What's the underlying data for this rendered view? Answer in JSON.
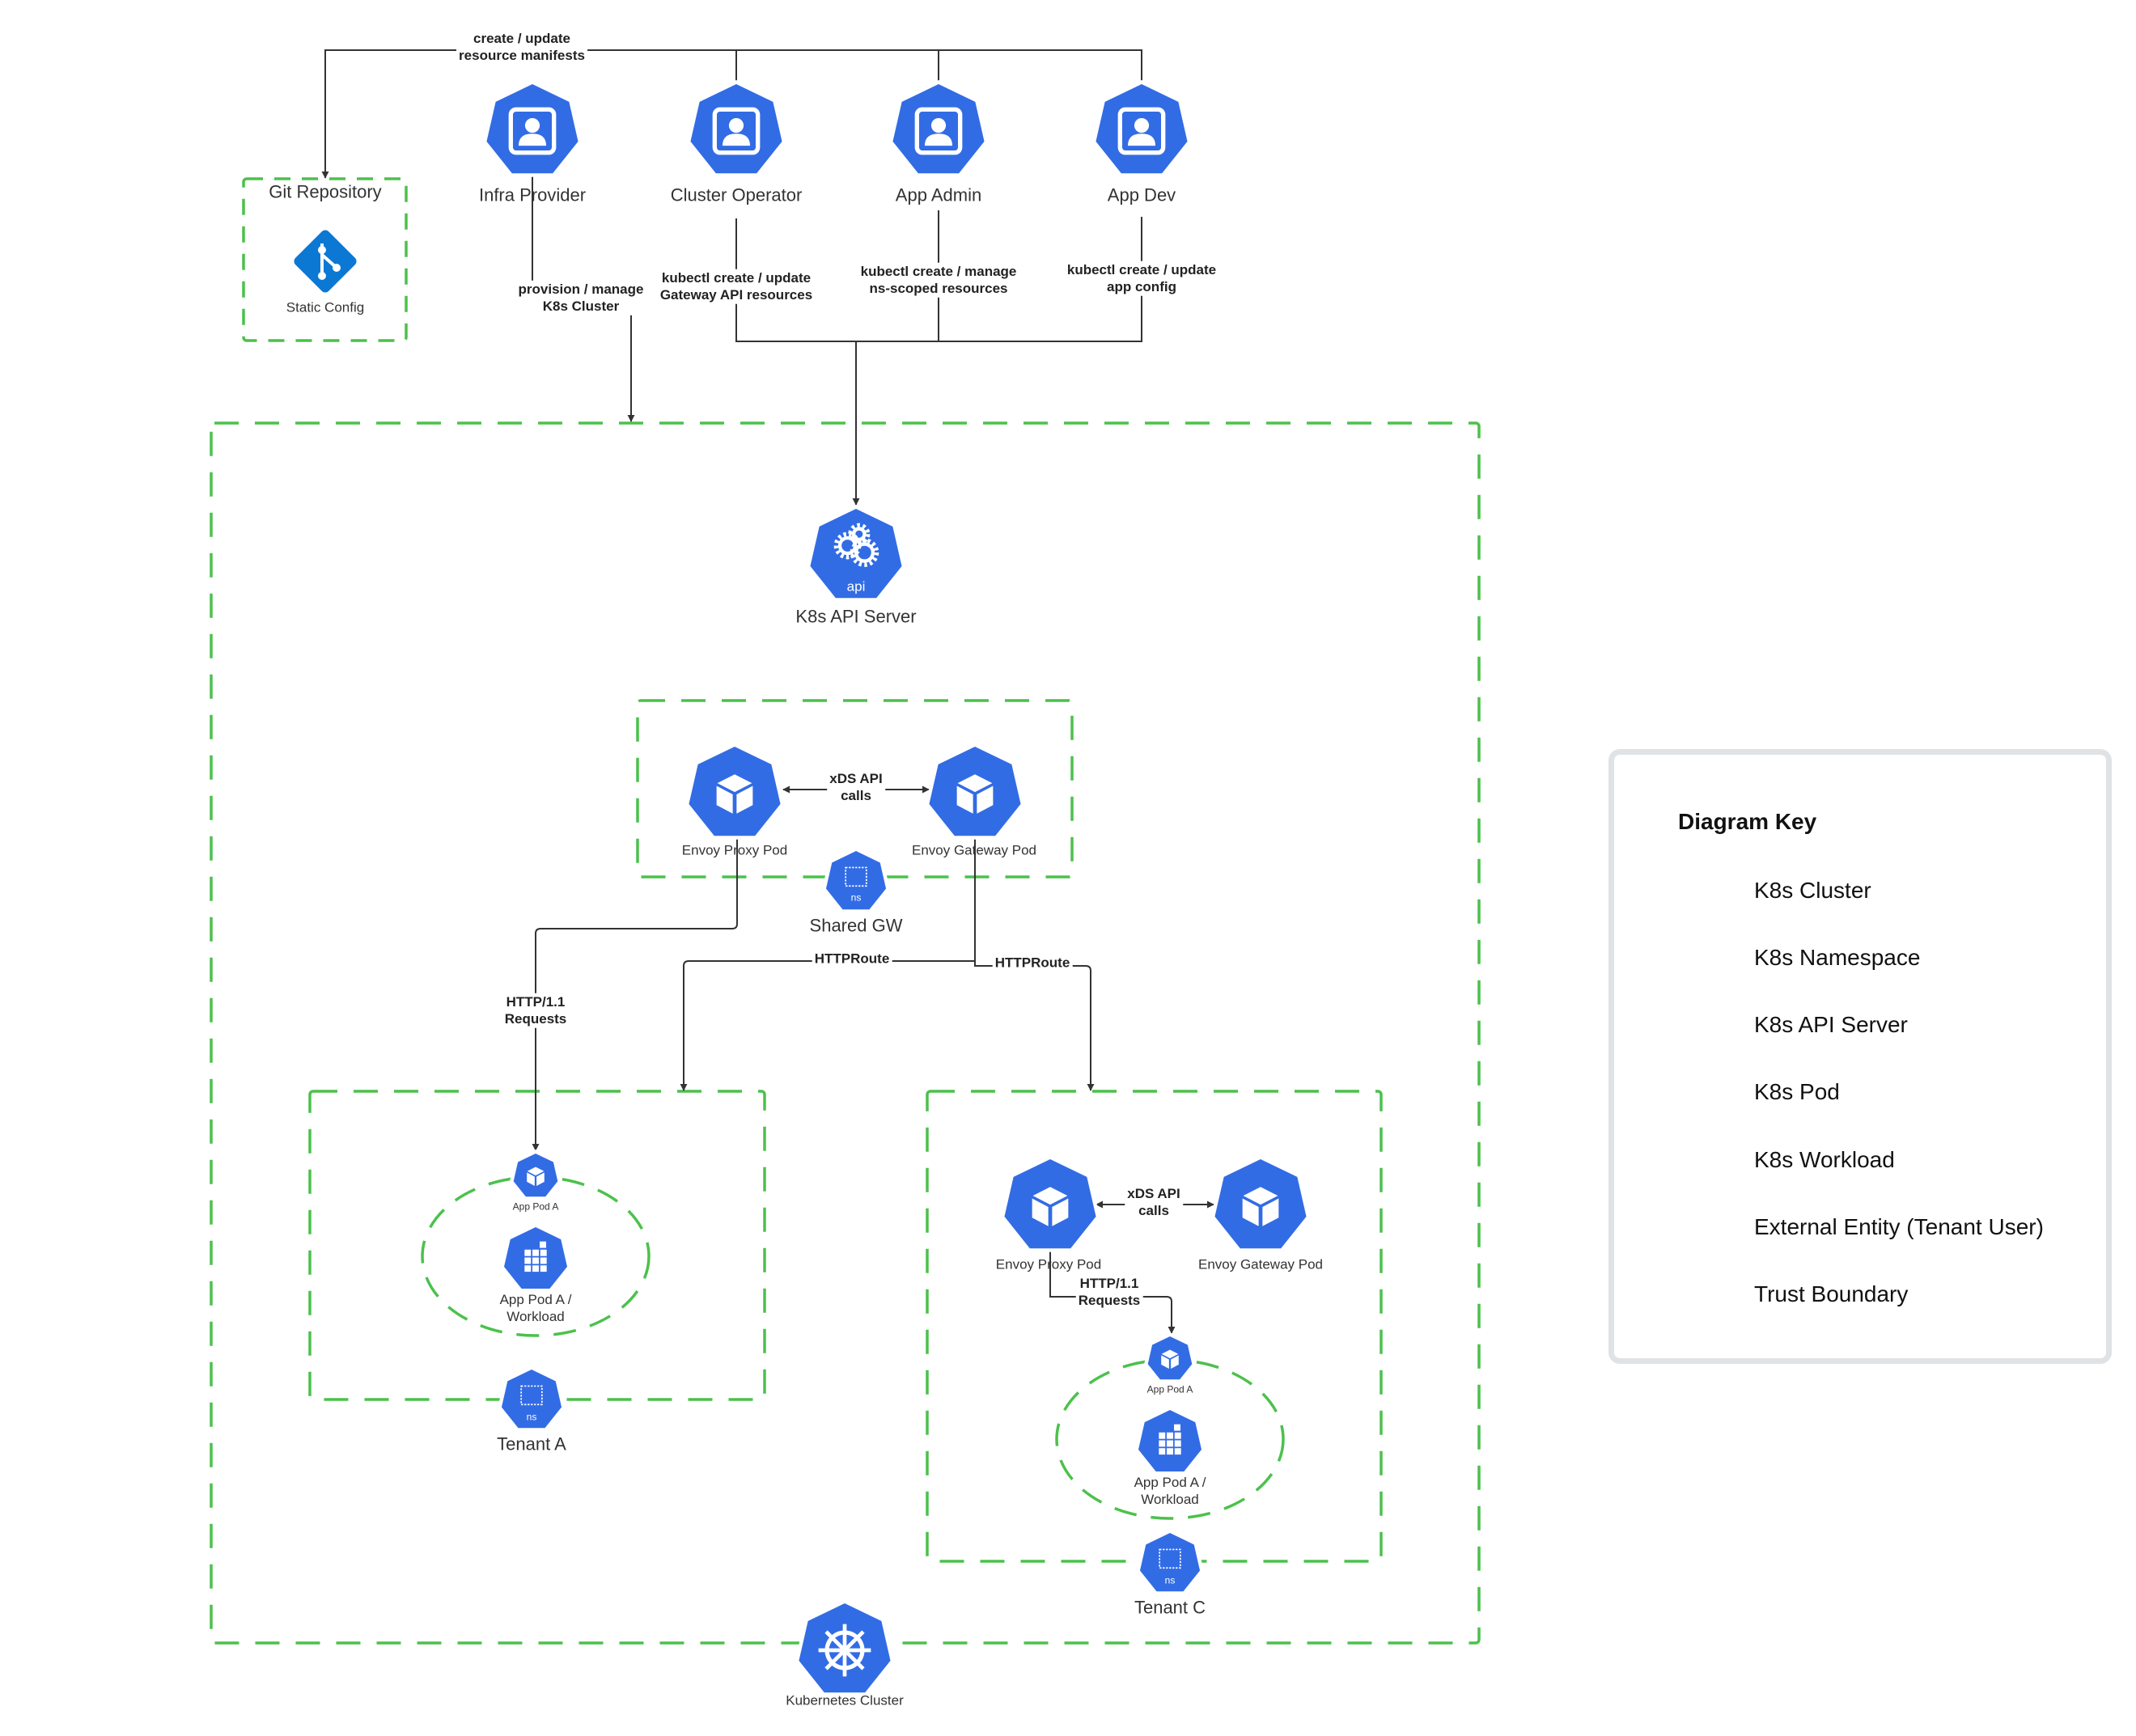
{
  "entities": {
    "git_repository": "Git Repository",
    "static_config": "Static Config",
    "infra_provider": "Infra Provider",
    "cluster_operator": "Cluster Operator",
    "app_admin": "App Admin",
    "app_dev": "App Dev",
    "k8s_api_server": "K8s API Server",
    "api_badge": "api",
    "shared_gw": "Shared GW",
    "tenant_a": "Tenant A",
    "tenant_c": "Tenant C",
    "kubernetes_cluster": "Kubernetes Cluster",
    "ns_badge": "ns"
  },
  "shared_gw_pods": {
    "envoy_proxy_pod": "Envoy Proxy Pod",
    "envoy_gateway_pod": "Envoy Gateway Pod"
  },
  "tenant_a": {
    "app_pod": "App Pod A",
    "workload": "App Pod A /\nWorkload"
  },
  "tenant_c": {
    "envoy_proxy_pod": "Envoy Proxy Pod",
    "envoy_gateway_pod": "Envoy Gateway Pod",
    "app_pod": "App Pod A",
    "workload": "App Pod A /\nWorkload"
  },
  "edges": {
    "create_update_manifests": "create / update\nresource manifests",
    "provision_manage": "provision / manage\nK8s Cluster",
    "kubectl_gateway": "kubectl create / update\nGateway API resources",
    "kubectl_ns": "kubectl create / manage\nns-scoped resources",
    "kubectl_app": "kubectl create / update\napp config",
    "xds_shared": "xDS API\ncalls",
    "http_requests_a": "HTTP/1.1\nRequests",
    "httproute_1": "HTTPRoute",
    "httproute_2": "HTTPRoute",
    "xds_tenant_c": "xDS  API\ncalls",
    "http_requests_c": "HTTP/1.1\nRequests"
  },
  "legend": {
    "title": "Diagram Key",
    "items": [
      {
        "icon": "k8s-cluster-icon",
        "label": "K8s Cluster"
      },
      {
        "icon": "k8s-namespace-icon",
        "label": "K8s Namespace"
      },
      {
        "icon": "k8s-api-server-icon",
        "label": "K8s API Server"
      },
      {
        "icon": "k8s-pod-icon",
        "label": "K8s Pod"
      },
      {
        "icon": "k8s-workload-icon",
        "label": "K8s Workload"
      },
      {
        "icon": "external-entity-icon",
        "label": "External Entity (Tenant User)"
      },
      {
        "icon": "trust-boundary-icon",
        "label": "Trust Boundary"
      }
    ]
  },
  "colors": {
    "k8s_blue": "#326ce5",
    "trust_boundary_green": "#4cc14c",
    "git_blue": "#0b78d4",
    "edge_line": "#333333",
    "key_border": "#dfe3e6"
  }
}
